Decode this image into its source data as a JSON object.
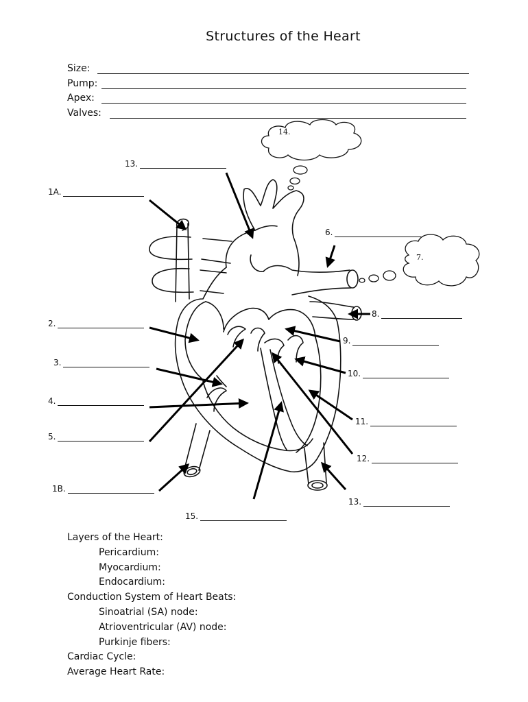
{
  "title": "Structures of the Heart",
  "fields": [
    "Size:",
    "Pump:",
    "Apex:",
    "Valves:"
  ],
  "clouds": {
    "c14": "14.",
    "c7": "7."
  },
  "labels": {
    "l13a": "13.",
    "l1a": "1A.",
    "l6": "6.",
    "l8": "8.",
    "l2": "2.",
    "l9": "9.",
    "l3": "3.",
    "l10": "10.",
    "l4": "4.",
    "l11": "11.",
    "l5": "5.",
    "l12": "12.",
    "l1b": "1B.",
    "l13b": "13.",
    "l15": "15."
  },
  "notes": {
    "layers": "Layers of the Heart:",
    "pericardium": "Pericardium:",
    "myocardium": "Myocardium:",
    "endocardium": "Endocardium:",
    "conduction": "Conduction System of Heart Beats:",
    "sa": "Sinoatrial (SA) node:",
    "av": "Atrioventricular (AV) node:",
    "purkinje": "Purkinje fibers:",
    "cycle": "Cardiac Cycle:",
    "rate": "Average Heart Rate:"
  }
}
